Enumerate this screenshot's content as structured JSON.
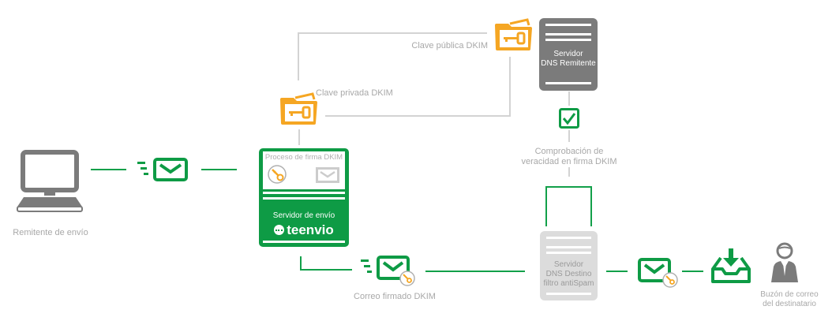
{
  "colors": {
    "green": "#0e9b45",
    "orange": "#f5a623",
    "gray_dark": "#7b7b7b",
    "gray_light": "#dcdcdc",
    "label_gray": "#a8a8a8"
  },
  "nodes": {
    "sender": {
      "label": "Remitente de envío",
      "icon": "computer-icon"
    },
    "sending_server": {
      "process_title": "Proceso de firma DKIM",
      "server_label": "Servidor de envío",
      "brand": "teenvio"
    },
    "private_key": {
      "label": "Clave privada DKIM",
      "icon": "key-folder-icon"
    },
    "public_key": {
      "label": "Clave pública DKIM",
      "icon": "key-folder-icon"
    },
    "dns_sender": {
      "line1": "Servidor",
      "line2": "DNS Remitente"
    },
    "verification": {
      "line1": "Comprobación de",
      "line2": "veracidad  en firma DKIM",
      "icon": "checkbox-check-icon"
    },
    "dns_dest": {
      "line1": "Servidor",
      "line2": "DNS Destino",
      "line3": "filtro antiSpam"
    },
    "signed_mail": {
      "label": "Correo firmado DKIM",
      "icon": "mail-key-icon"
    },
    "recipient": {
      "line1": "Buzón de correo",
      "line2": "del destinatario",
      "icon": "person-icon"
    }
  }
}
